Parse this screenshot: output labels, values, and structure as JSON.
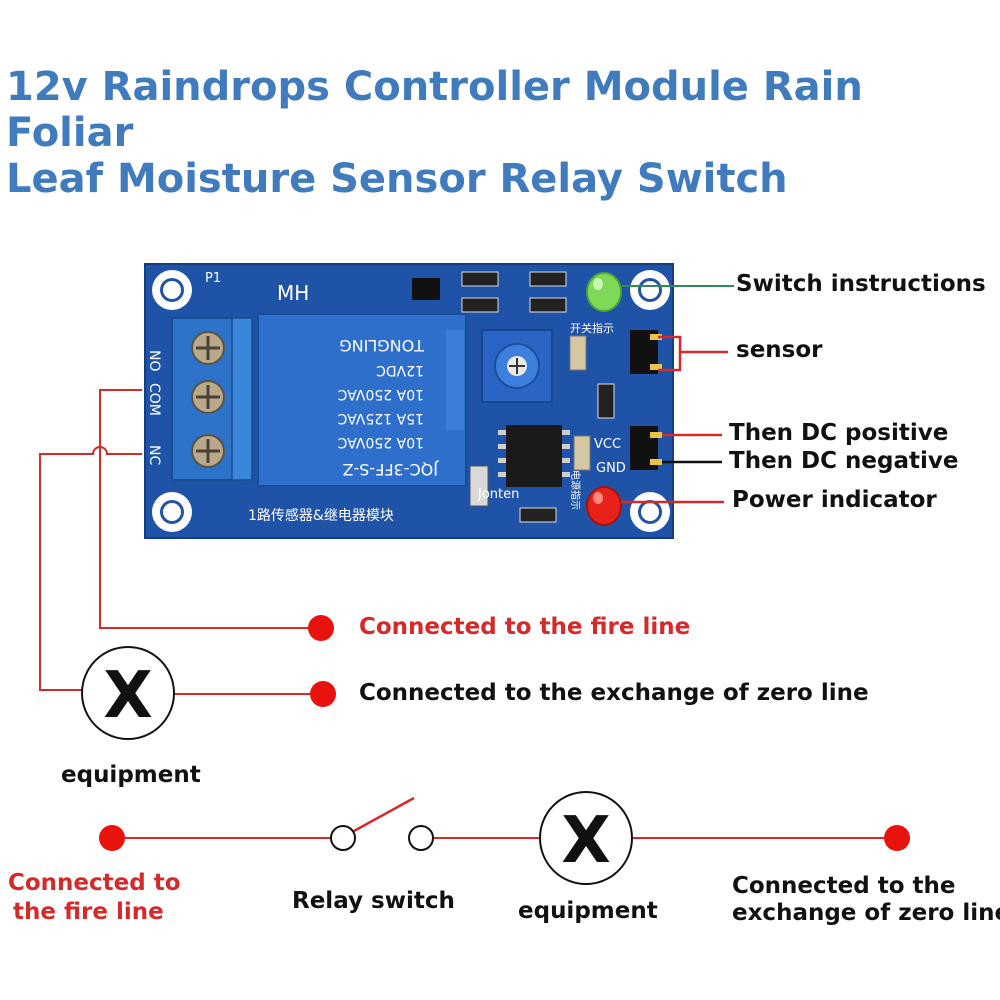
{
  "title": {
    "line1": "12v Raindrops Controller Module Rain Foliar",
    "line2": "Leaf Moisture Sensor Relay Switch"
  },
  "board": {
    "p1": "P1",
    "mh": "MH",
    "terminals": [
      "NO",
      "COM",
      "NC"
    ],
    "relay_lines": [
      "JQC-3FF-S-Z",
      "10A 250VAC",
      "15A 125VAC",
      "10A 250VAC",
      "12VDC",
      "TONGLING"
    ],
    "vcc": "VCC",
    "gnd": "GND",
    "switch_cn": "开关指示",
    "power_cn": "电源指示",
    "bottom_cn": "1路传感器&继电器模块",
    "brand": "Jonten"
  },
  "callouts": {
    "switch_instructions": "Switch instructions",
    "sensor": "sensor",
    "dc_positive": "Then DC positive",
    "dc_negative": "Then DC negative",
    "power_indicator": "Power indicator"
  },
  "wiring": {
    "fire_line": "Connected to the fire line",
    "zero_line": "Connected to the exchange of zero line",
    "equipment": "equipment",
    "equipment_symbol": "X"
  },
  "bottom_circuit": {
    "left_line1": "Connected to",
    "left_line2": "the fire line",
    "relay_switch": "Relay switch",
    "equipment": "equipment",
    "equipment_symbol": "X",
    "right_line1": "Connected to the",
    "right_line2": "exchange of zero line"
  },
  "colors": {
    "title": "#3f7bbd",
    "pcb": "#1f53a8",
    "wire_red": "#d42a2a",
    "led_green": "#7ed957",
    "led_red": "#e8221a",
    "switch_line": "#2e8b57"
  }
}
